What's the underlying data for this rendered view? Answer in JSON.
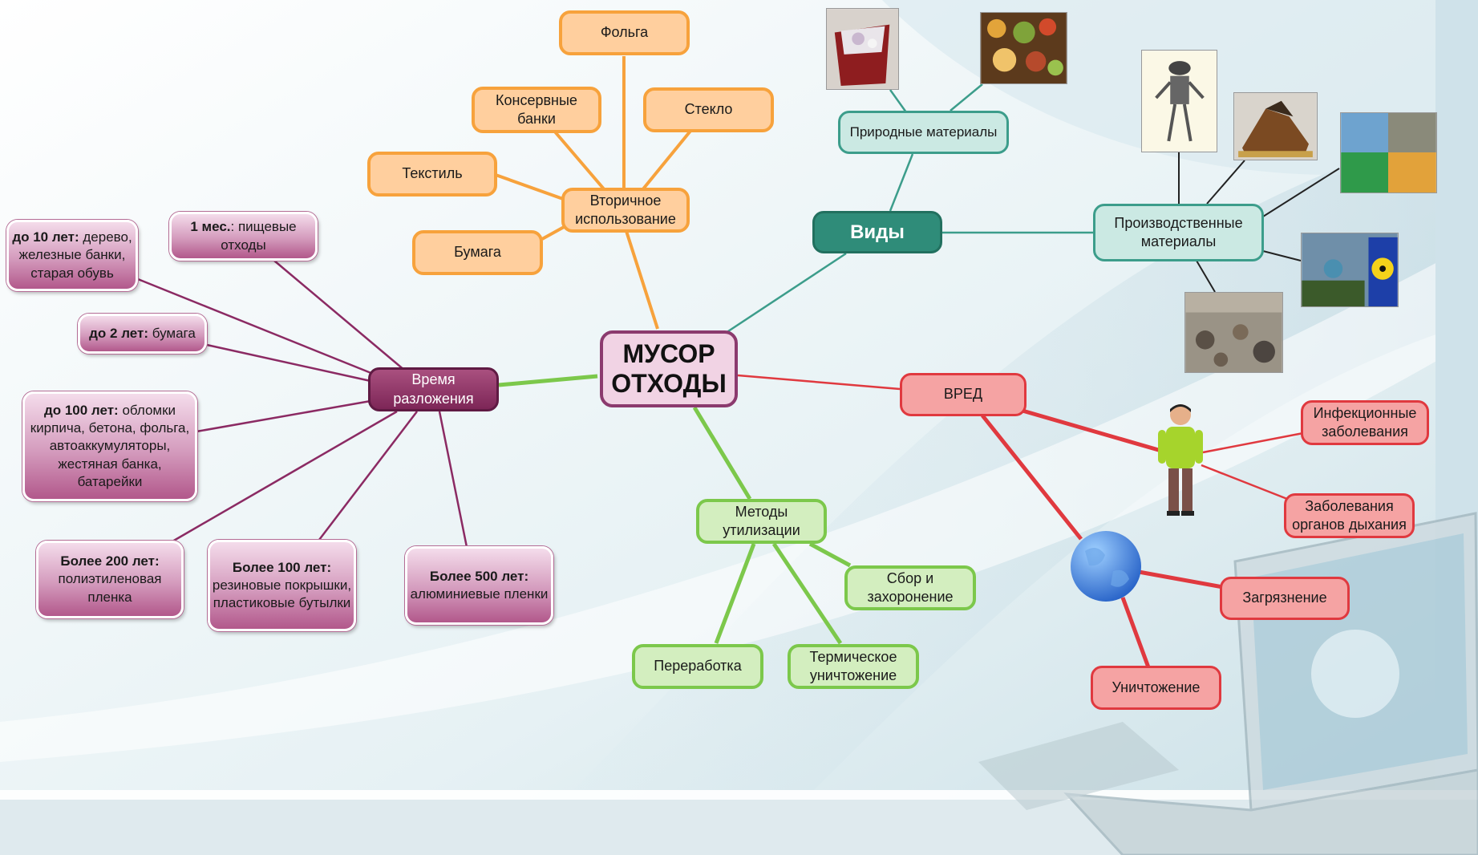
{
  "center": {
    "line1": "МУСОР",
    "line2": "ОТХОДЫ"
  },
  "recycle": {
    "hub": {
      "line1": "Вторичное",
      "line2": "использование"
    },
    "foil": "Фольга",
    "cans": {
      "line1": "Консервные",
      "line2": "банки"
    },
    "glass": "Стекло",
    "textile": "Текстиль",
    "paper": "Бумага"
  },
  "types": {
    "hub": "Виды",
    "natural": "Природные материалы",
    "industrial": {
      "line1": "Производственные",
      "line2": "материалы"
    }
  },
  "harm": {
    "hub": "ВРЕД",
    "infection": {
      "line1": "Инфекционные",
      "line2": "заболевания"
    },
    "respiratory": {
      "line1": "Заболевания",
      "line2": "органов дыхания"
    },
    "pollution": "Загрязнение",
    "destruction": "Уничтожение"
  },
  "disposal": {
    "hub": {
      "line1": "Методы",
      "line2": "утилизации"
    },
    "collection": {
      "line1": "Сбор и",
      "line2": "захоронение"
    },
    "processing": "Переработка",
    "thermal": {
      "line1": "Термическое",
      "line2": "уничтожение"
    }
  },
  "decomposition": {
    "hub": {
      "line1": "Время",
      "line2": "разложения"
    },
    "m1": {
      "bold": "1 мес.",
      "text": ": пищевые отходы"
    },
    "y10": {
      "bold": "до 10 лет:",
      "text": " дерево, железные банки, старая обувь"
    },
    "y2": {
      "bold": "до 2 лет:",
      "text": " бумага"
    },
    "y100": {
      "bold": "до 100 лет:",
      "text": " обломки кирпича, бетона, фольга, автоаккумуляторы, жестяная банка, батарейки"
    },
    "y200": {
      "bold": "Более 200 лет:",
      "text": " полиэтиленовая пленка"
    },
    "y100b": {
      "bold": "Более 100 лет:",
      "text": " резиновые покрышки, пластиковые бутылки"
    },
    "y500": {
      "bold": "Более 500 лет:",
      "text": " алюминиевые пленки"
    }
  },
  "colors": {
    "orange": "#f7a23c",
    "green": "#7cc84b",
    "teal": "#3c9d8b",
    "red": "#e0393f",
    "purple": "#8b2a63"
  }
}
